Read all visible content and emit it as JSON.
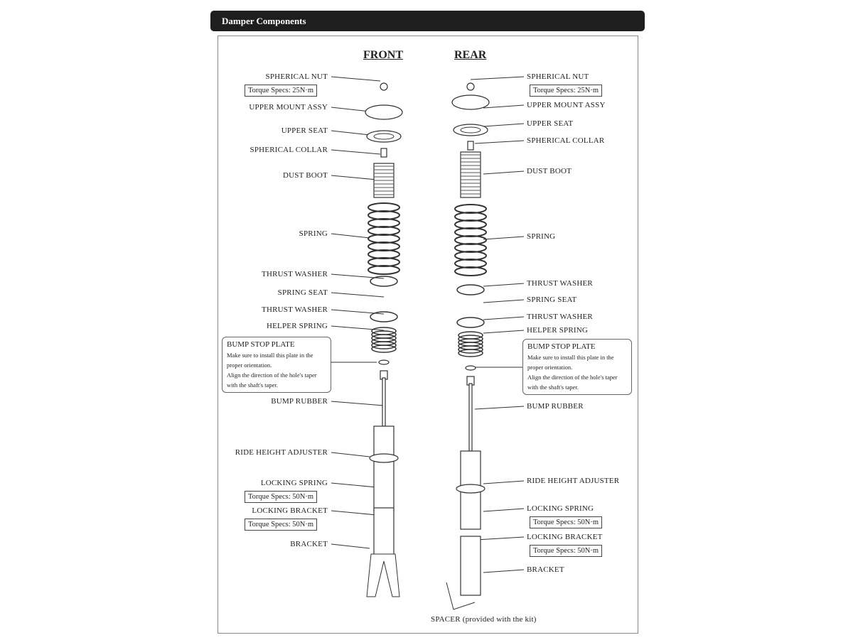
{
  "title": "Damper Components",
  "front": {
    "heading": "FRONT",
    "labels": [
      "SPHERICAL NUT",
      "UPPER MOUNT ASSY",
      "UPPER SEAT",
      "SPHERICAL COLLAR",
      "DUST BOOT",
      "SPRING",
      "THRUST WASHER",
      "SPRING SEAT",
      "THRUST WASHER",
      "HELPER SPRING",
      "BUMP RUBBER",
      "RIDE HEIGHT ADJUSTER",
      "LOCKING SPRING",
      "LOCKING BRACKET",
      "BRACKET"
    ],
    "torques": [
      "Torque Specs: 25N·m",
      "Torque Specs: 50N·m",
      "Torque Specs: 50N·m"
    ]
  },
  "rear": {
    "heading": "REAR",
    "labels": [
      "SPHERICAL NUT",
      "UPPER MOUNT ASSY",
      "UPPER SEAT",
      "SPHERICAL COLLAR",
      "DUST BOOT",
      "SPRING",
      "THRUST WASHER",
      "SPRING SEAT",
      "THRUST WASHER",
      "HELPER SPRING",
      "BUMP RUBBER",
      "RIDE HEIGHT ADJUSTER",
      "LOCKING SPRING",
      "LOCKING BRACKET",
      "BRACKET"
    ],
    "torques": [
      "Torque Specs: 25N·m",
      "Torque Specs: 50N·m",
      "Torque Specs: 50N·m"
    ]
  },
  "note": {
    "title": "BUMP STOP PLATE",
    "line1": "Make sure to install this plate in the proper orientation.",
    "line2": "Align the direction of the hole's taper with the shaft's taper."
  },
  "spacer": "SPACER (provided with the kit)"
}
